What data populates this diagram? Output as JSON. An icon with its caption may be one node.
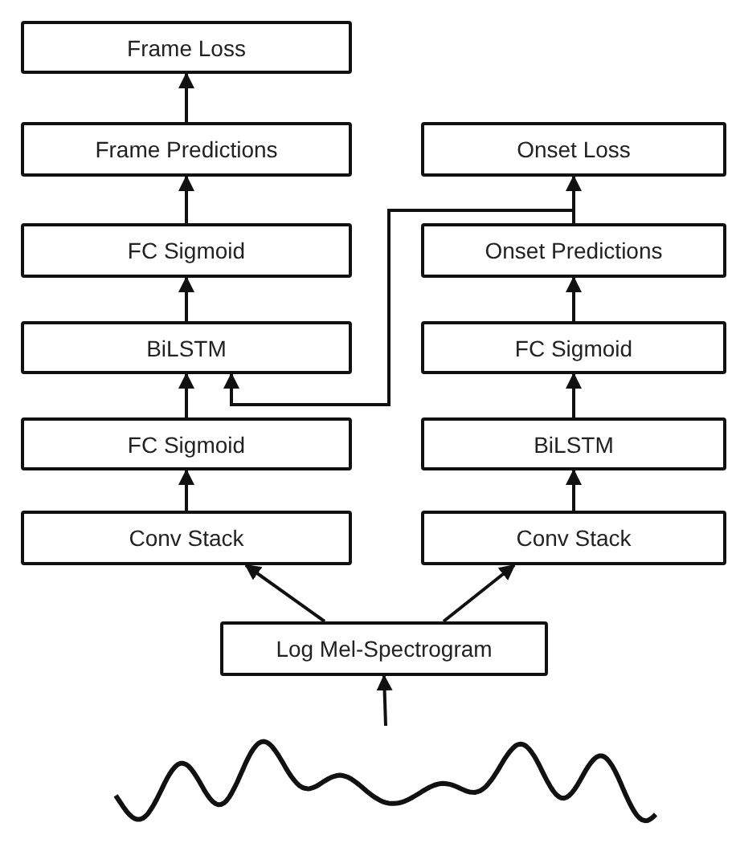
{
  "diagram": {
    "nodes": [
      {
        "text": [
          "Frame Loss"
        ]
      },
      {
        "text": [
          "Frame Predictions"
        ]
      },
      {
        "text": [
          "FC Sigmoid"
        ]
      },
      {
        "text": [
          "BiLSTM"
        ]
      },
      {
        "text": [
          "FC Sigmoid"
        ]
      },
      {
        "text": [
          "Conv Stack"
        ]
      },
      {
        "text": [
          "Onset Loss"
        ]
      },
      {
        "text": [
          "Onset Predictions"
        ]
      },
      {
        "text": [
          "FC Sigmoid"
        ]
      },
      {
        "text": [
          "BiLSTM"
        ]
      },
      {
        "text": [
          "Conv Stack"
        ]
      },
      {
        "text": [
          "Log Mel-Spectrogram"
        ]
      },
      {
        "text": [],
        "shape": "picture"
      }
    ],
    "edges": [
      {
        "from": 12,
        "to": 11,
        "arrow": "to"
      },
      {
        "from": 11,
        "to": 5,
        "arrow": "to"
      },
      {
        "from": 11,
        "to": 10,
        "arrow": "to"
      },
      {
        "from": 5,
        "to": 4,
        "arrow": "to"
      },
      {
        "from": 4,
        "to": 3,
        "arrow": "to"
      },
      {
        "from": 3,
        "to": 2,
        "arrow": "to"
      },
      {
        "from": 2,
        "to": 1,
        "arrow": "to"
      },
      {
        "from": 1,
        "to": 0,
        "arrow": "to"
      },
      {
        "from": 10,
        "to": 9,
        "arrow": "to"
      },
      {
        "from": 9,
        "to": 8,
        "arrow": "to"
      },
      {
        "from": 8,
        "to": 7,
        "arrow": "to"
      },
      {
        "from": 7,
        "to": 6,
        "arrow": "to"
      },
      {
        "from": 7,
        "to": 3,
        "arrow": "to"
      }
    ]
  }
}
